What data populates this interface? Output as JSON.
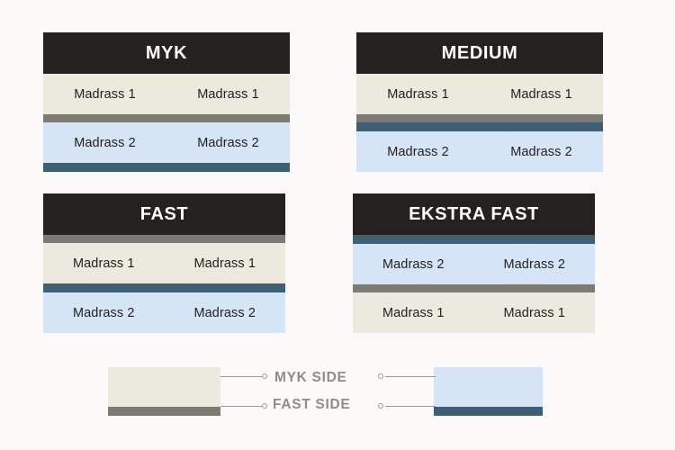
{
  "background_color": "#fbfaf9",
  "colors": {
    "header_bg": "#232221",
    "header_text": "#ffffff",
    "beige_layer": "#eceade",
    "blue_layer": "#d6e5f5",
    "gray_bar": "#7d7a74",
    "blue_bar": "#3d6077",
    "legend_text": "#8d8d8d",
    "connector": "#9a9a9a"
  },
  "panels": [
    {
      "id": "myk",
      "title": "MYK",
      "rows": [
        {
          "left": "Madrass 1",
          "right": "Madrass 1",
          "fill": "beige"
        },
        {
          "left": "Madrass 2",
          "right": "Madrass 2",
          "fill": "blue"
        }
      ],
      "bars": [
        "gray-middle",
        "blue-bottom"
      ]
    },
    {
      "id": "medium",
      "title": "MEDIUM",
      "rows": [
        {
          "left": "Madrass 1",
          "right": "Madrass 1",
          "fill": "beige"
        },
        {
          "left": "Madrass 2",
          "right": "Madrass 2",
          "fill": "blue"
        }
      ],
      "bars": [
        "gray-middle",
        "blue-middle"
      ]
    },
    {
      "id": "fast",
      "title": "FAST",
      "rows": [
        {
          "left": "Madrass 1",
          "right": "Madrass 1",
          "fill": "beige"
        },
        {
          "left": "Madrass 2",
          "right": "Madrass 2",
          "fill": "blue"
        }
      ],
      "bars": [
        "gray-top",
        "blue-middle"
      ]
    },
    {
      "id": "ekstra-fast",
      "title": "EKSTRA FAST",
      "rows": [
        {
          "left": "Madrass 2",
          "right": "Madrass 2",
          "fill": "blue"
        },
        {
          "left": "Madrass 1",
          "right": "Madrass 1",
          "fill": "beige"
        }
      ],
      "bars": [
        "blue-top",
        "gray-middle"
      ]
    }
  ],
  "legend": {
    "myk_side_label": "MYK SIDE",
    "fast_side_label": "FAST SIDE",
    "left_swatch": {
      "fill": "beige",
      "bar": "gray"
    },
    "right_swatch": {
      "fill": "blue",
      "bar": "blue"
    }
  }
}
